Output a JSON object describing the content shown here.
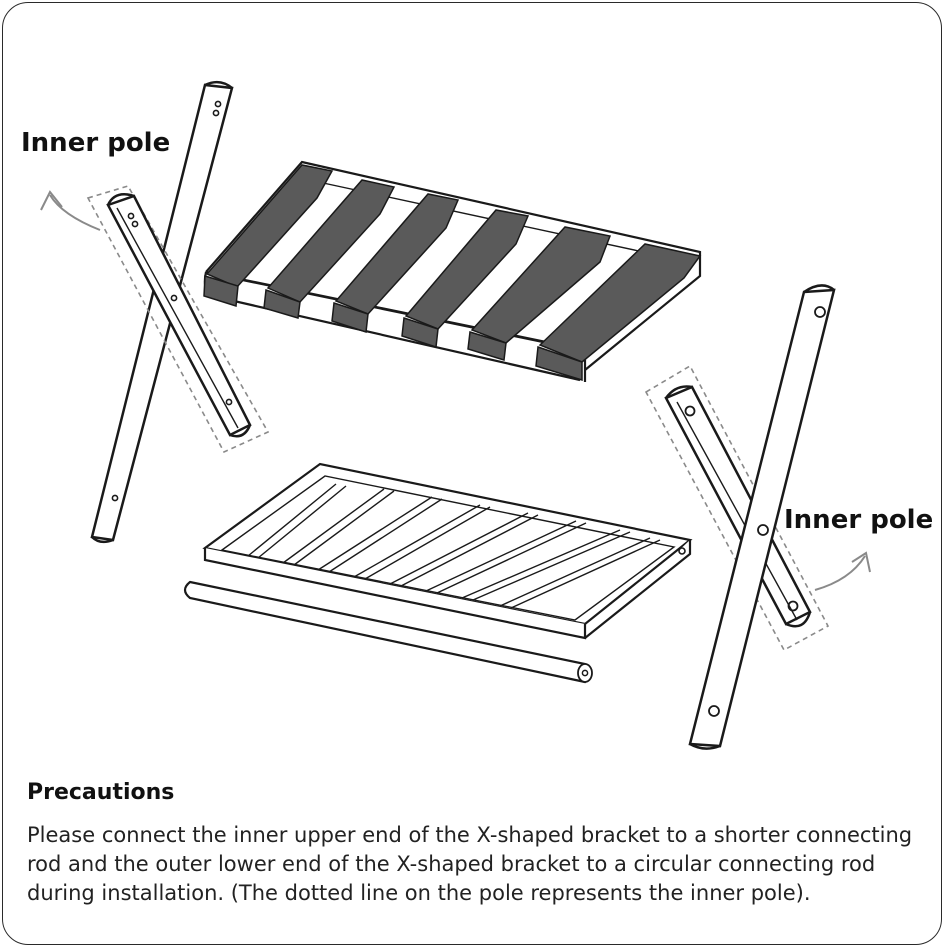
{
  "labels": {
    "inner_pole_left": "Inner pole",
    "inner_pole_right": "Inner pole"
  },
  "precautions": {
    "title": "Precautions",
    "body": "Please connect the inner upper end of the X-shaped bracket to a shorter connecting rod and the outer lower end of the X-shaped bracket to a circular connecting rod during installation. (The dotted line on the pole represents the inner pole)."
  },
  "colors": {
    "strap": "#5a5a5a",
    "outline": "#1a1a1a",
    "dotted": "#8a8a8a",
    "arrow": "#8a8a8a"
  }
}
